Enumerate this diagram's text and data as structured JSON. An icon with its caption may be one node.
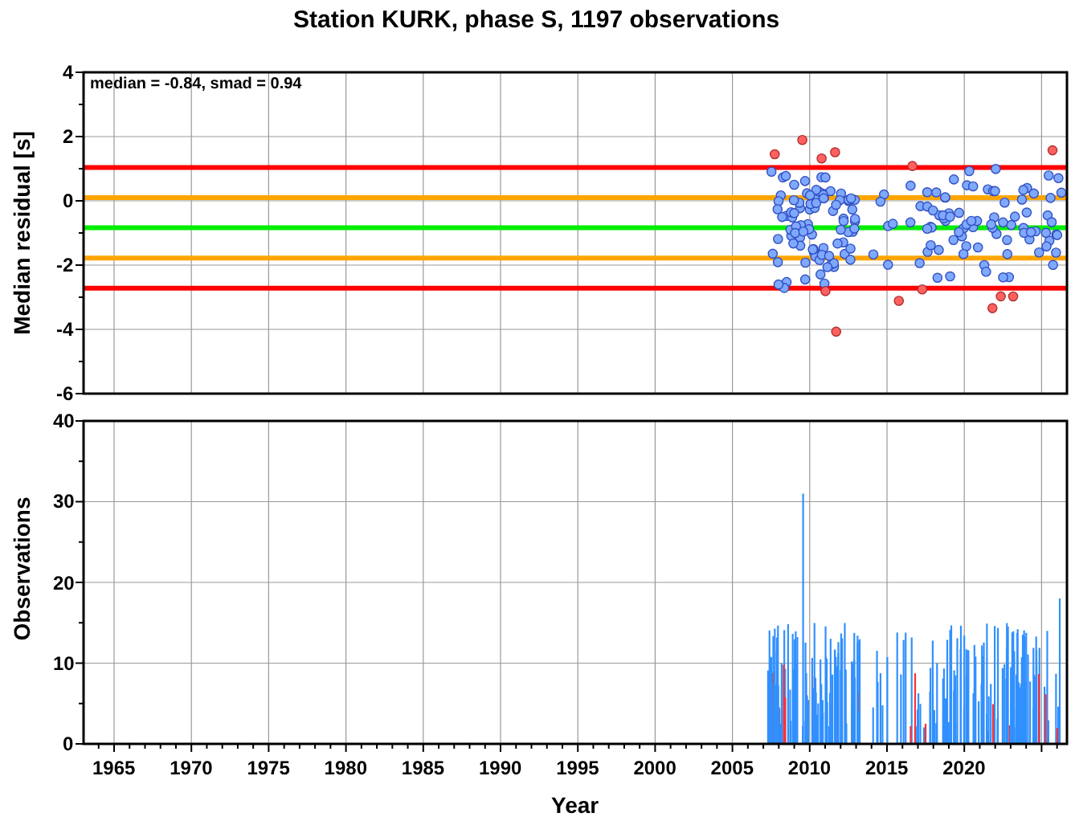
{
  "diagram": {
    "title": "Station KURK, phase S, 1197 observations",
    "labels": [
      "median = -0.84, smad = 0.94",
      "Median residual [s]",
      "4",
      "2",
      "0",
      "-2",
      "-4",
      "-6",
      "Observations",
      "40",
      "30",
      "20",
      "10",
      "0",
      "1965",
      "1970",
      "1975",
      "1980",
      "1985",
      "1990",
      "1995",
      "2000",
      "2005",
      "2010",
      "2015",
      "2020",
      "Year"
    ]
  }
}
